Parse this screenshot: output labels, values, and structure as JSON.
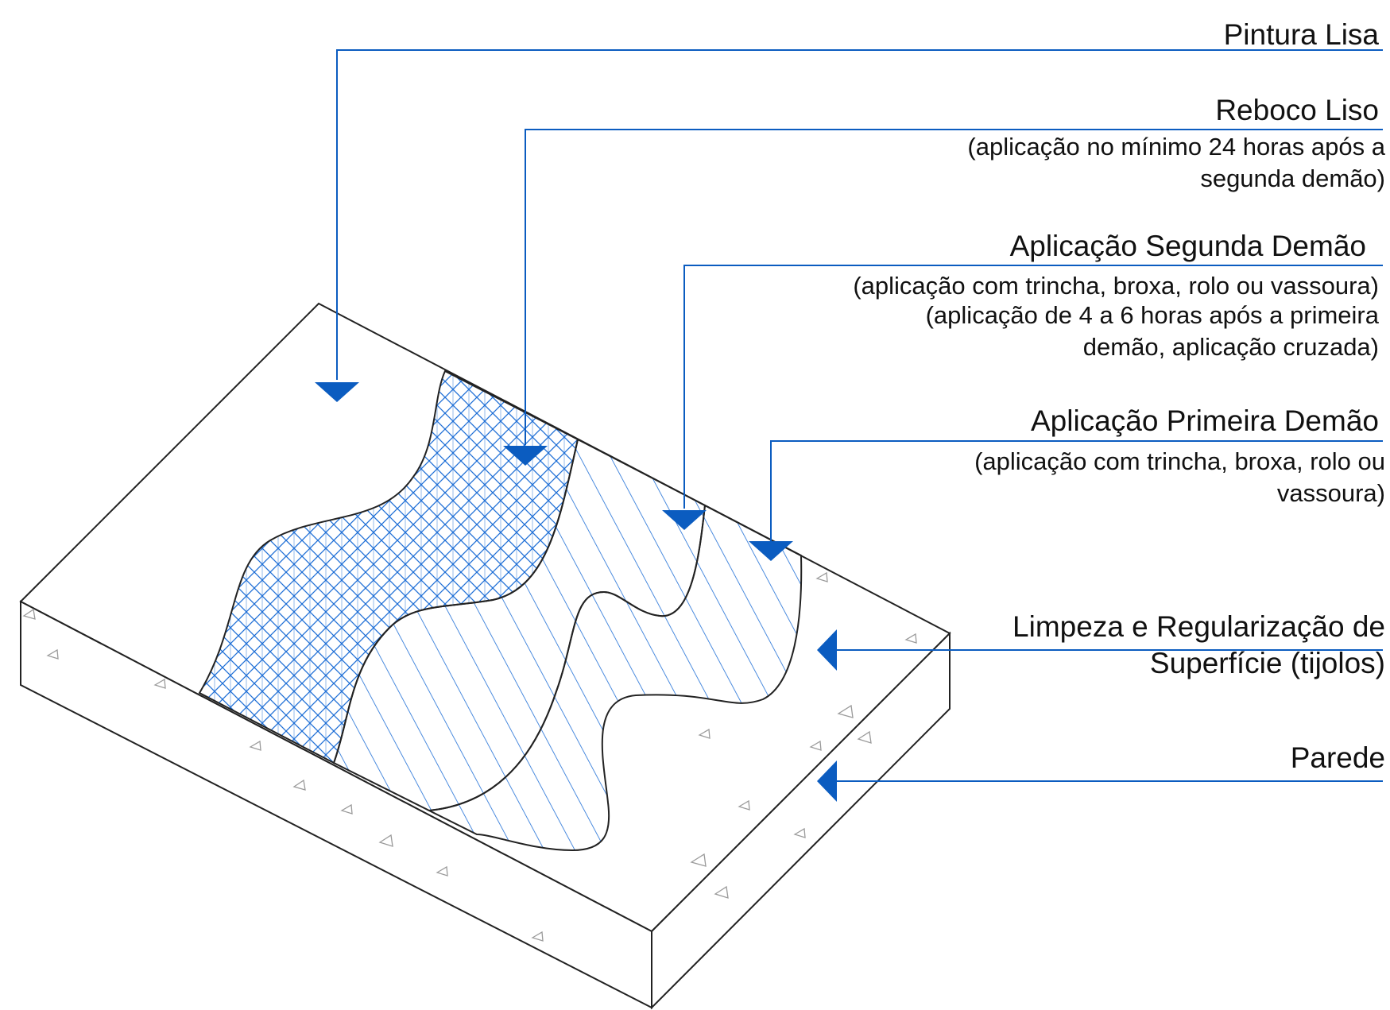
{
  "colors": {
    "accent": "#0b5cc0",
    "outline": "#222222",
    "hatch": "#1f6fd6",
    "aggregate": "#9a9a9a",
    "text": "#111111"
  },
  "labels": {
    "pintura_lisa": {
      "title": "Pintura Lisa"
    },
    "reboco_liso": {
      "title": "Reboco Liso",
      "note": "(aplicação no mínimo 24 horas após a segunda demão)"
    },
    "segunda_demao": {
      "title": "Aplicação Segunda Demão",
      "note_1": "(aplicação com trincha, broxa, rolo ou vassoura)",
      "note_2": "(aplicação de 4 a 6 horas após a primeira demão, aplicação cruzada)"
    },
    "primeira_demao": {
      "title": "Aplicação Primeira Demão",
      "note": "(aplicação com trincha, broxa, rolo ou vassoura)"
    },
    "limpeza": {
      "title": "Limpeza e Regularização de Superfície (tijolos)"
    },
    "parede": {
      "title": "Parede"
    }
  },
  "icons": [
    "arrow-down-icon",
    "arrow-left-icon",
    "aggregate-triangle-icon"
  ]
}
